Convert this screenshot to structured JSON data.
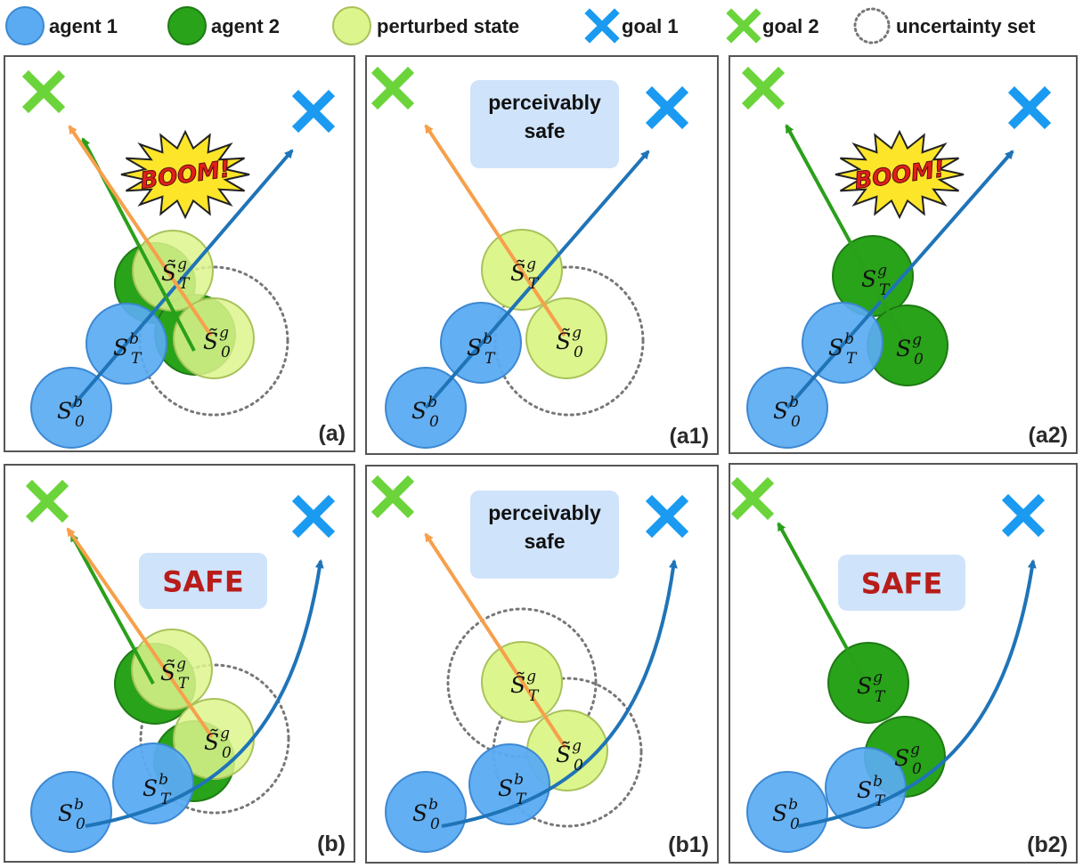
{
  "legend": [
    {
      "key": "agent1",
      "label": "agent 1",
      "symbol": "circle",
      "fill": "#5aabf2",
      "stroke": "#3d88d2"
    },
    {
      "key": "agent2",
      "label": "agent 2",
      "symbol": "circle",
      "fill": "#29a31a",
      "stroke": "#1e7a14"
    },
    {
      "key": "perturbed",
      "label": "perturbed state",
      "symbol": "circle",
      "fill": "#ddf58d",
      "stroke": "#a8c25a"
    },
    {
      "key": "goal1",
      "label": "goal 1",
      "symbol": "cross",
      "fill": "#1a9af0"
    },
    {
      "key": "goal2",
      "label": "goal 2",
      "symbol": "cross",
      "fill": "#6bd43a"
    },
    {
      "key": "uncertainty",
      "label": "uncertainty set",
      "symbol": "dotted-circle",
      "fill": "#777777"
    }
  ],
  "colors": {
    "agent1_fill": "#5aabf2",
    "agent1_stroke": "#3d88d2",
    "agent2_fill": "#29a31a",
    "agent2_stroke": "#1e7a14",
    "perturbed_fill": "#ddf58d",
    "perturbed_stroke": "#a8c25a",
    "goal1": "#1a9af0",
    "goal2": "#6bd43a",
    "path_blue": "#1f74b8",
    "path_green": "#2a9f1b",
    "path_orange": "#f6a04c",
    "badge_bg": "#cfe3fb",
    "uncertainty": "#777777"
  },
  "state_labels": {
    "s0b": {
      "base": "S",
      "sup": "b",
      "sub": "0"
    },
    "stb": {
      "base": "S",
      "sup": "b",
      "sub": "T"
    },
    "s0g": {
      "base": "S",
      "sup": "g",
      "sub": "0"
    },
    "stg": {
      "base": "S",
      "sup": "g",
      "sub": "T"
    },
    "s0g_tilde": {
      "base": "S̃",
      "sup": "g",
      "sub": "0"
    },
    "stg_tilde": {
      "base": "S̃",
      "sup": "g",
      "sub": "T"
    }
  },
  "panels": [
    {
      "id": "a",
      "tag": "(a)",
      "note": {
        "type": "boom",
        "text": "BOOM!"
      }
    },
    {
      "id": "a1",
      "tag": "(a1)",
      "note": {
        "type": "badge",
        "lines": [
          "perceivably",
          "safe"
        ]
      }
    },
    {
      "id": "a2",
      "tag": "(a2)",
      "note": {
        "type": "boom",
        "text": "BOOM!"
      }
    },
    {
      "id": "b",
      "tag": "(b)",
      "note": {
        "type": "safe",
        "text": "SAFE"
      }
    },
    {
      "id": "b1",
      "tag": "(b1)",
      "note": {
        "type": "badge",
        "lines": [
          "perceivably",
          "safe"
        ]
      }
    },
    {
      "id": "b2",
      "tag": "(b2)",
      "note": {
        "type": "safe",
        "text": "SAFE"
      }
    }
  ]
}
